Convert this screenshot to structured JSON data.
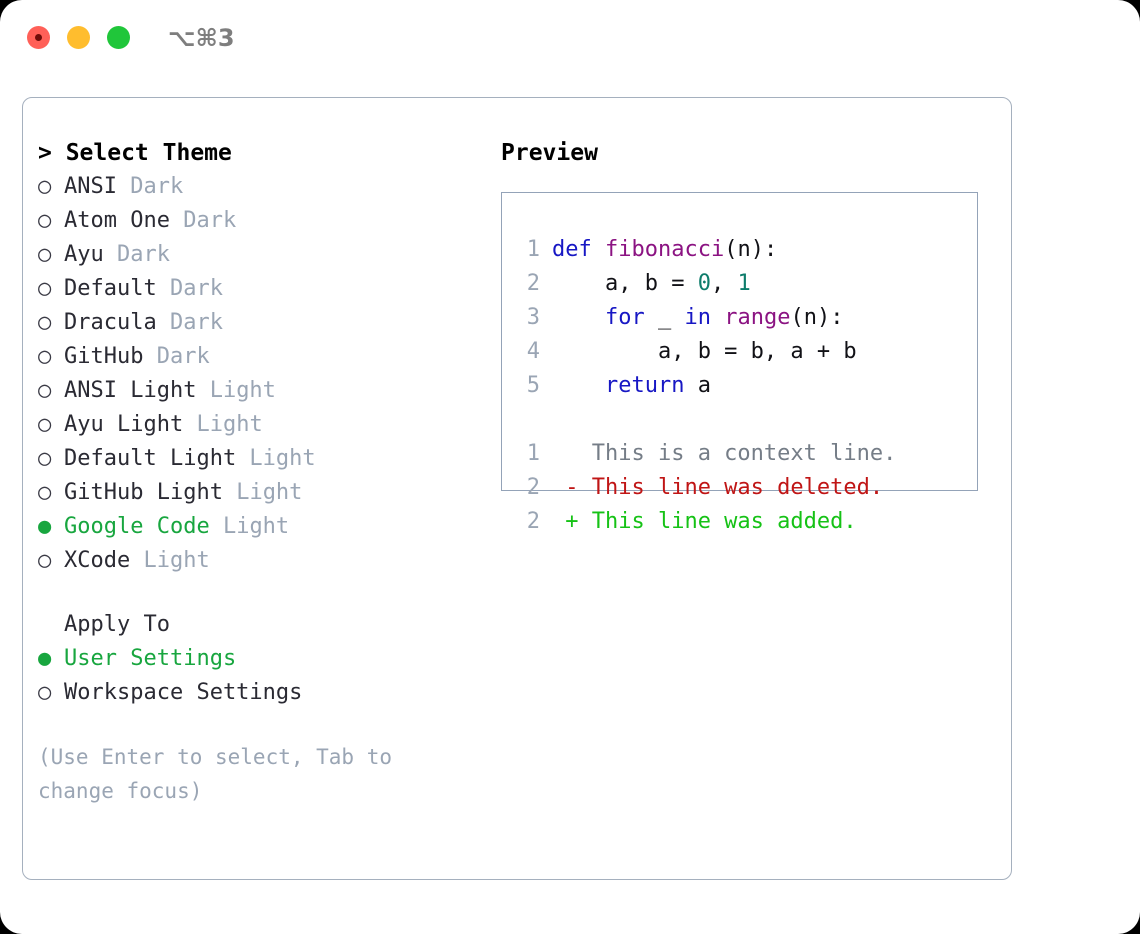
{
  "titlebar": {
    "traffic_lights": [
      "close",
      "minimize",
      "maximize"
    ],
    "shortcut": "⌥⌘3"
  },
  "theme_picker": {
    "header": "> Select Theme",
    "items": [
      {
        "marker": "○",
        "label": "ANSI",
        "tag": "Dark",
        "selected": false
      },
      {
        "marker": "○",
        "label": "Atom One",
        "tag": "Dark",
        "selected": false
      },
      {
        "marker": "○",
        "label": "Ayu",
        "tag": "Dark",
        "selected": false
      },
      {
        "marker": "○",
        "label": "Default",
        "tag": "Dark",
        "selected": false
      },
      {
        "marker": "○",
        "label": "Dracula",
        "tag": "Dark",
        "selected": false
      },
      {
        "marker": "○",
        "label": "GitHub",
        "tag": "Dark",
        "selected": false
      },
      {
        "marker": "○",
        "label": "ANSI Light",
        "tag": "Light",
        "selected": false
      },
      {
        "marker": "○",
        "label": "Ayu Light",
        "tag": "Light",
        "selected": false
      },
      {
        "marker": "○",
        "label": "Default Light",
        "tag": "Light",
        "selected": false
      },
      {
        "marker": "○",
        "label": "GitHub Light",
        "tag": "Light",
        "selected": false
      },
      {
        "marker": "●",
        "label": "Google Code",
        "tag": "Light",
        "selected": true
      },
      {
        "marker": "○",
        "label": "XCode",
        "tag": "Light",
        "selected": false
      }
    ]
  },
  "apply_to": {
    "header": "Apply To",
    "items": [
      {
        "marker": "●",
        "label": "User Settings",
        "selected": true
      },
      {
        "marker": "○",
        "label": "Workspace Settings",
        "selected": false
      }
    ]
  },
  "hint": "(Use Enter to select, Tab to change focus)",
  "preview": {
    "header": "Preview",
    "code_lines": [
      {
        "num": "1",
        "tokens": [
          {
            "t": "def ",
            "c": "kw"
          },
          {
            "t": "fibonacci",
            "c": "fn"
          },
          {
            "t": "(n):",
            "c": "pl"
          }
        ]
      },
      {
        "num": "2",
        "tokens": [
          {
            "t": "    a, b = ",
            "c": "pl"
          },
          {
            "t": "0",
            "c": "num"
          },
          {
            "t": ", ",
            "c": "pl"
          },
          {
            "t": "1",
            "c": "num"
          }
        ]
      },
      {
        "num": "3",
        "tokens": [
          {
            "t": "    ",
            "c": "pl"
          },
          {
            "t": "for",
            "c": "kw"
          },
          {
            "t": " _ ",
            "c": "pl"
          },
          {
            "t": "in",
            "c": "kw"
          },
          {
            "t": " ",
            "c": "pl"
          },
          {
            "t": "range",
            "c": "fn"
          },
          {
            "t": "(n):",
            "c": "pl"
          }
        ]
      },
      {
        "num": "4",
        "tokens": [
          {
            "t": "        a, b = b, a + b",
            "c": "pl"
          }
        ]
      },
      {
        "num": "5",
        "tokens": [
          {
            "t": "    ",
            "c": "pl"
          },
          {
            "t": "return",
            "c": "kw"
          },
          {
            "t": " a",
            "c": "pl"
          }
        ]
      }
    ],
    "diff_lines": [
      {
        "num": "1",
        "sign": " ",
        "text": "This is a context line.",
        "kind": "ctx"
      },
      {
        "num": "2",
        "sign": "-",
        "text": "This line was deleted.",
        "kind": "del"
      },
      {
        "num": "2",
        "sign": "+",
        "text": "This line was added.",
        "kind": "add"
      }
    ]
  },
  "colors": {
    "accent_green": "#18A63F",
    "tag_gray": "#9AA5B4",
    "border": "#A5B0BE",
    "code_border": "#94A3B8",
    "keyword": "#1717C4",
    "function": "#8B1382",
    "number": "#0E7C6B",
    "diff_del": "#C01515",
    "diff_add": "#16C216",
    "diff_ctx": "#757D87"
  }
}
